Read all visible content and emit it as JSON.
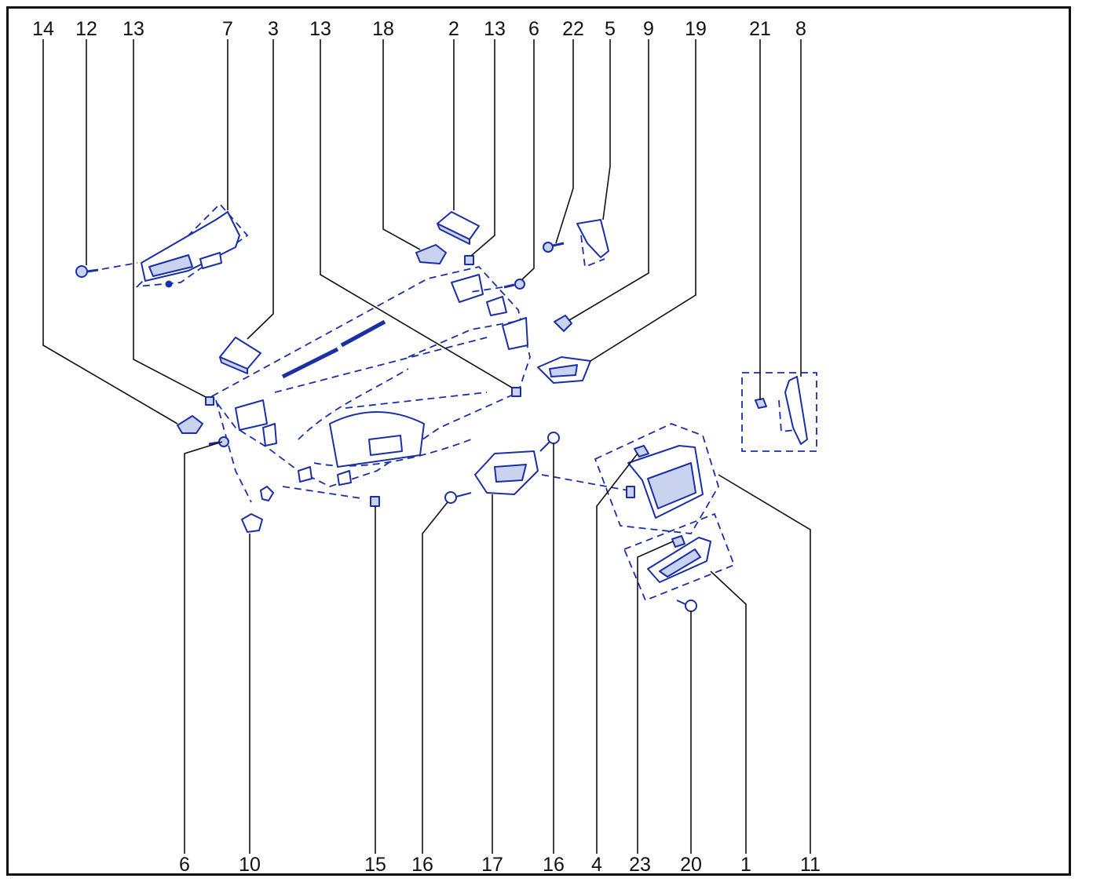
{
  "diagram": {
    "callouts_top": [
      "14",
      "12",
      "13",
      "7",
      "3",
      "13",
      "18",
      "2",
      "13",
      "6",
      "22",
      "5",
      "9",
      "19",
      "21",
      "8"
    ],
    "callouts_bottom": [
      "6",
      "10",
      "15",
      "16",
      "17",
      "16",
      "4",
      "23",
      "20",
      "1",
      "11"
    ]
  },
  "colors": {
    "line_art": "#1a2fa6",
    "part_fill": "#c9d2ee",
    "leader": "#111111",
    "border": "#111111"
  }
}
